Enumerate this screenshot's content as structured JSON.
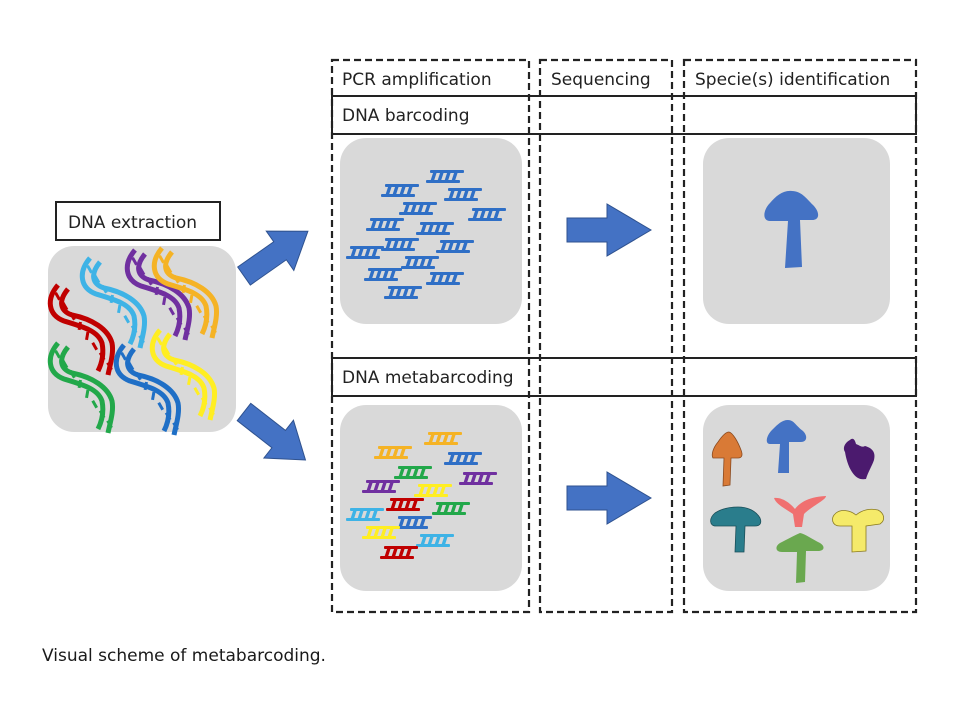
{
  "diagram": {
    "steps": {
      "extraction": "DNA extraction",
      "pcr": "PCR amplification",
      "sequencing": "Sequencing",
      "identification": "Specie(s) identification"
    },
    "rows": {
      "barcoding": "DNA barcoding",
      "metabarcoding": "DNA metabarcoding"
    },
    "colors": {
      "arrow": "#4472c4",
      "arrow_stroke": "#2f528f",
      "panel": "#d9d9d9",
      "dna": [
        "#3eb3e6",
        "#c00000",
        "#7030a0",
        "#f5b325",
        "#22a84a",
        "#1f6fc6",
        "#ffee22"
      ],
      "barcoding_fragments": "#2f6fc6",
      "metabarcoding_fragments": [
        "#f5b325",
        "#f5b325",
        "#2f6fc6",
        "#22a84a",
        "#7030a0",
        "#7030a0",
        "#ffee22",
        "#c00000",
        "#22a84a",
        "#3eb3e6",
        "#2f6fc6",
        "#ffee22",
        "#3eb3e6",
        "#c00000"
      ],
      "species": {
        "single": "#4472c4",
        "orange": "#d97a36",
        "blue": "#4472c4",
        "purple": "#4b1a6e",
        "teal": "#2a7d8c",
        "pink": "#f07070",
        "yellow": "#f5ea6a",
        "green": "#6aa84f"
      }
    }
  },
  "caption": "Visual scheme of metabarcoding."
}
